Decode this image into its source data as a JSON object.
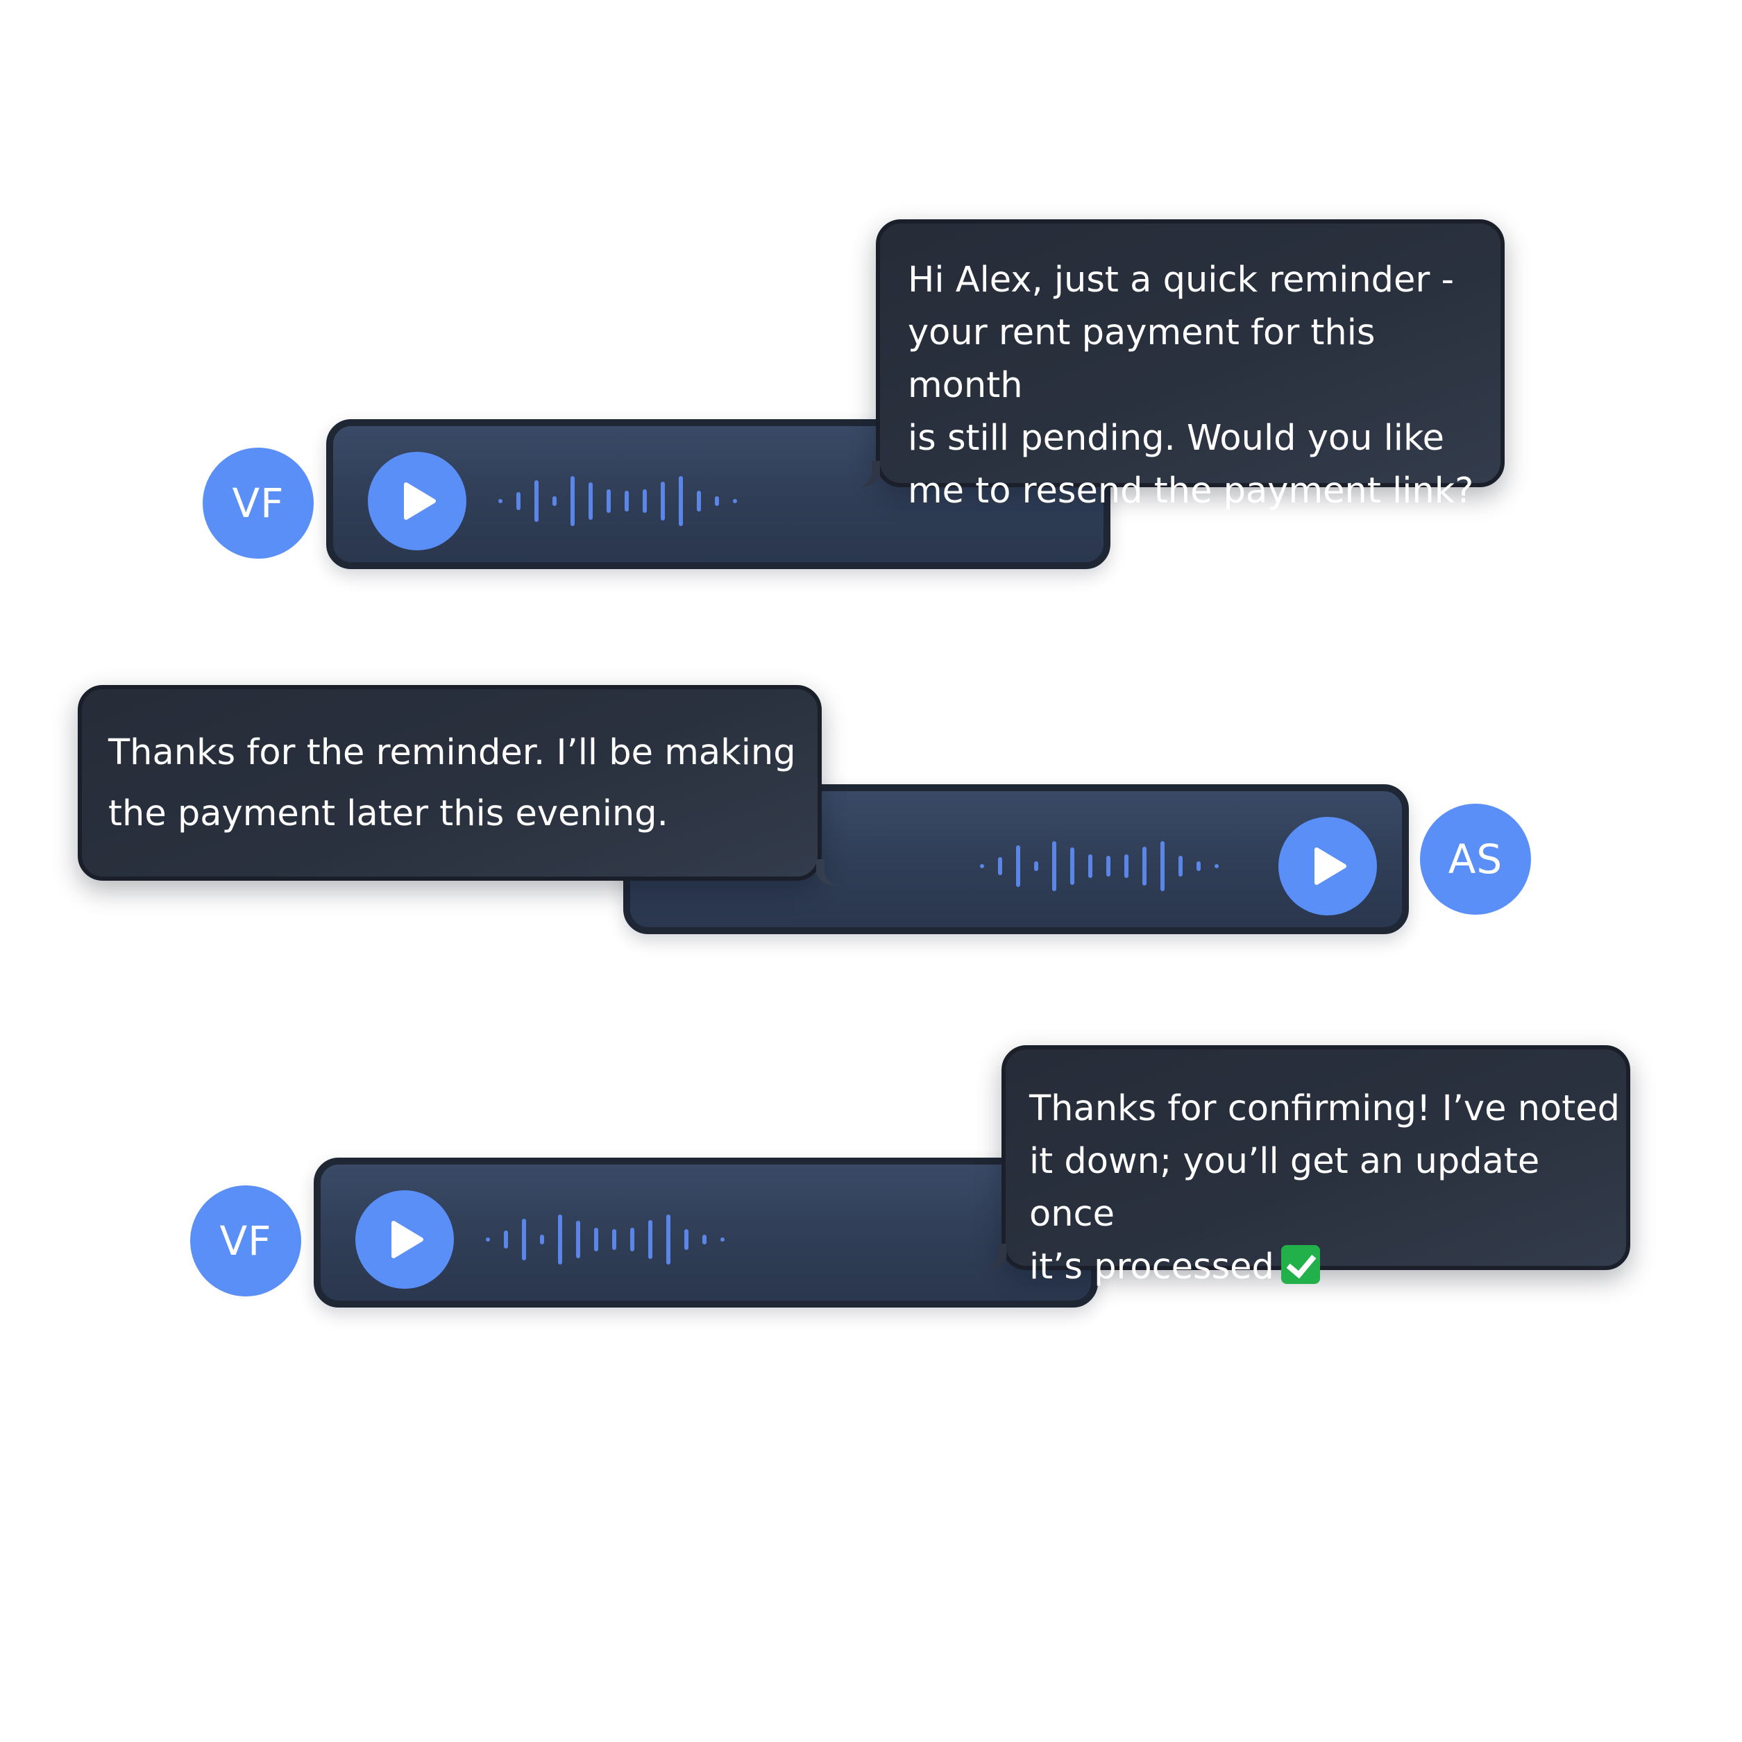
{
  "conversation": {
    "messages": [
      {
        "avatar": "VF",
        "side": "left",
        "voice_icon": "play-icon",
        "text": "Hi Alex, just a quick reminder -\nyour rent payment for this month\nis still pending. Would you like\nme to resend the payment link?"
      },
      {
        "avatar": "AS",
        "side": "right",
        "voice_icon": "play-icon",
        "text": "Thanks for the reminder. I’ll be making\nthe payment later this evening."
      },
      {
        "avatar": "VF",
        "side": "left",
        "voice_icon": "play-icon",
        "text": "Thanks for confirming! I’ve noted\nit down; you’ll get an update once\nit’s processed",
        "emoji": "check-mark-button-icon"
      }
    ]
  },
  "colors": {
    "accent": "#5a8ff8",
    "bubble_dark": "#262c38",
    "voice_bar": "#34435e",
    "waveform": "#5b86e8",
    "emoji_green": "#22b04a"
  }
}
